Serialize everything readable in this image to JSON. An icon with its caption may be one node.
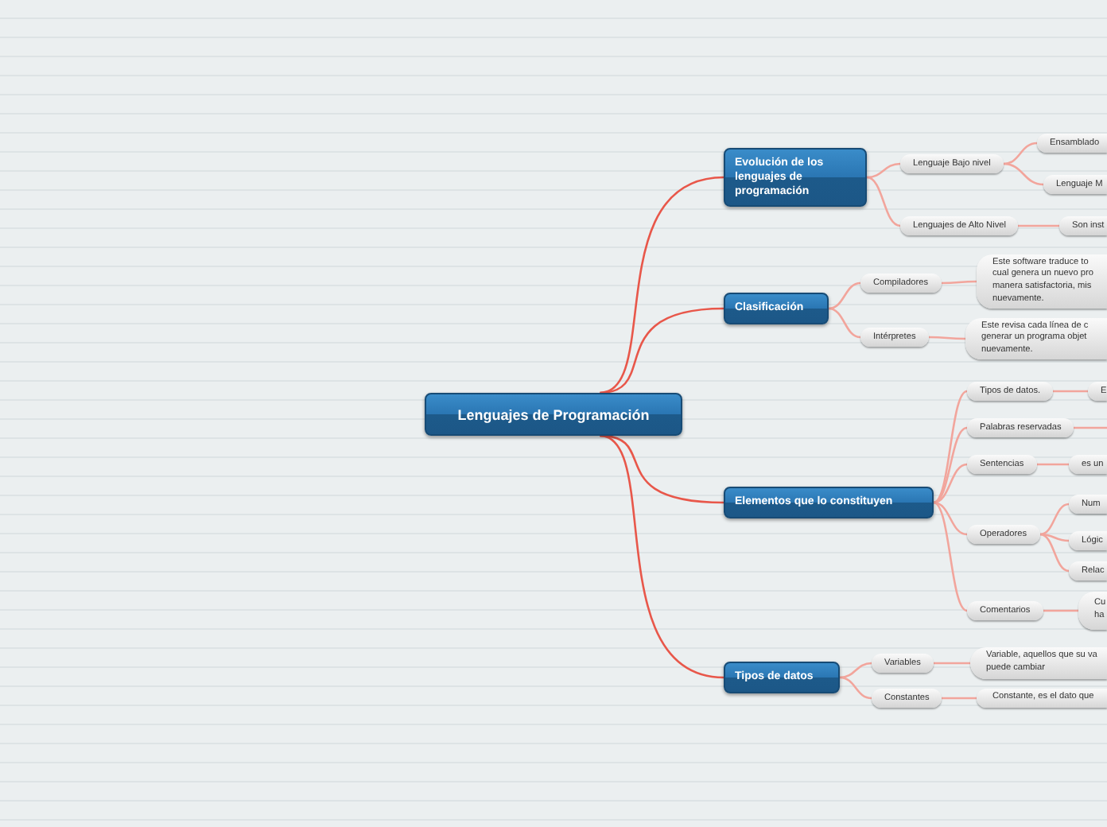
{
  "diagram": {
    "nodes": [
      {
        "text": [
          "Lenguajes de Programación"
        ]
      },
      {
        "text": [
          "Evolución de los lenguajes de programación"
        ]
      },
      {
        "text": [
          "Lenguaje Bajo nivel"
        ]
      },
      {
        "text": [
          "Ensamblado"
        ]
      },
      {
        "text": [
          "Lenguaje M"
        ]
      },
      {
        "text": [
          "Lenguajes de Alto Nivel"
        ]
      },
      {
        "text": [
          "Son inst"
        ]
      },
      {
        "text": [
          "Clasificación"
        ]
      },
      {
        "text": [
          "Compiladores"
        ]
      },
      {
        "text": [
          "Este software traduce to cual genera un nuevo pro manera satisfactoria, mis nuevamente."
        ]
      },
      {
        "text": [
          "Intérpretes"
        ]
      },
      {
        "text": [
          "Este revisa cada línea de c generar un programa objet nuevamente."
        ]
      },
      {
        "text": [
          "Elementos que lo constituyen"
        ]
      },
      {
        "text": [
          "Tipos de datos."
        ]
      },
      {
        "text": [
          "E"
        ]
      },
      {
        "text": [
          "Palabras reservadas"
        ]
      },
      {
        "text": [
          "Sentencias"
        ]
      },
      {
        "text": [
          "es un"
        ]
      },
      {
        "text": [
          "Operadores"
        ]
      },
      {
        "text": [
          "Num"
        ]
      },
      {
        "text": [
          "Lógic"
        ]
      },
      {
        "text": [
          "Relac"
        ]
      },
      {
        "text": [
          "Comentarios"
        ]
      },
      {
        "text": [
          "Cu ha"
        ]
      },
      {
        "text": [
          "Tipos de datos"
        ]
      },
      {
        "text": [
          "Variables"
        ]
      },
      {
        "text": [
          "Variable, aquellos que su va puede cambiar"
        ]
      },
      {
        "text": [
          "Constantes"
        ]
      },
      {
        "text": [
          "Constante, es el dato que"
        ]
      }
    ],
    "edges": [
      {
        "from": 0,
        "to": 1,
        "arrow": "none",
        "color": "#e8574a"
      },
      {
        "from": 0,
        "to": 7,
        "arrow": "none",
        "color": "#e8574a"
      },
      {
        "from": 0,
        "to": 12,
        "arrow": "none",
        "color": "#e8574a"
      },
      {
        "from": 0,
        "to": 24,
        "arrow": "none",
        "color": "#e8574a"
      },
      {
        "from": 1,
        "to": 2,
        "arrow": "none"
      },
      {
        "from": 2,
        "to": 3,
        "arrow": "none"
      },
      {
        "from": 2,
        "to": 4,
        "arrow": "none"
      },
      {
        "from": 1,
        "to": 5,
        "arrow": "none"
      },
      {
        "from": 5,
        "to": 6,
        "arrow": "none"
      },
      {
        "from": 7,
        "to": 8,
        "arrow": "none"
      },
      {
        "from": 8,
        "to": 9,
        "arrow": "none"
      },
      {
        "from": 7,
        "to": 10,
        "arrow": "none"
      },
      {
        "from": 10,
        "to": 11,
        "arrow": "none"
      },
      {
        "from": 12,
        "to": 13,
        "arrow": "none"
      },
      {
        "from": 13,
        "to": 14,
        "arrow": "none"
      },
      {
        "from": 12,
        "to": 15,
        "arrow": "none"
      },
      {
        "from": 15,
        "to": null,
        "arrow": "none"
      },
      {
        "from": 12,
        "to": 16,
        "arrow": "none"
      },
      {
        "from": 16,
        "to": 17,
        "arrow": "none"
      },
      {
        "from": 12,
        "to": 18,
        "arrow": "none"
      },
      {
        "from": 18,
        "to": 19,
        "arrow": "none"
      },
      {
        "from": 18,
        "to": 20,
        "arrow": "none"
      },
      {
        "from": 18,
        "to": 21,
        "arrow": "none"
      },
      {
        "from": 12,
        "to": 22,
        "arrow": "none"
      },
      {
        "from": 22,
        "to": 23,
        "arrow": "none"
      },
      {
        "from": 24,
        "to": 25,
        "arrow": "none"
      },
      {
        "from": 25,
        "to": 26,
        "arrow": "none"
      },
      {
        "from": 24,
        "to": 27,
        "arrow": "none"
      },
      {
        "from": 27,
        "to": 28,
        "arrow": "none"
      }
    ]
  }
}
